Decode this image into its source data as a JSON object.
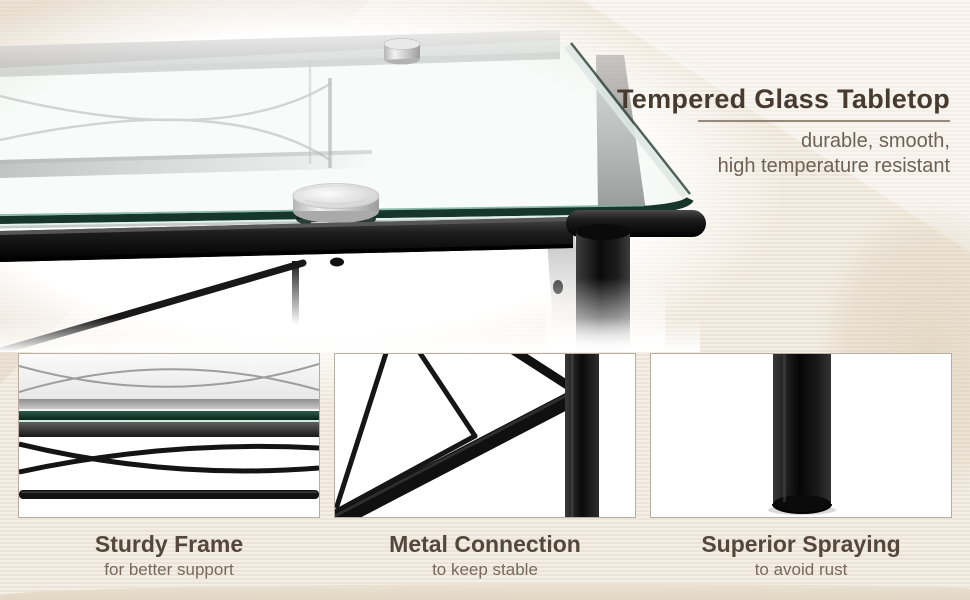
{
  "hero": {
    "title": "Tempered Glass Tabletop",
    "subtitle_line1": "durable, smooth,",
    "subtitle_line2": "high temperature resistant"
  },
  "features": [
    {
      "title": "Sturdy Frame",
      "subtitle": "for better support"
    },
    {
      "title": "Metal Connection",
      "subtitle": "to keep stable"
    },
    {
      "title": "Superior Spraying",
      "subtitle": "to avoid rust"
    }
  ],
  "colors": {
    "background": "#f0e9dd",
    "title-text": "#473b30",
    "subtitle-text": "#6e6255",
    "caption-title": "#54473b",
    "caption-sub": "#77695b",
    "glass-teal": "#16362c",
    "metal-black": "#101010",
    "silver-metal": "#d6d6d6",
    "panel-border": "#b7aea1"
  }
}
